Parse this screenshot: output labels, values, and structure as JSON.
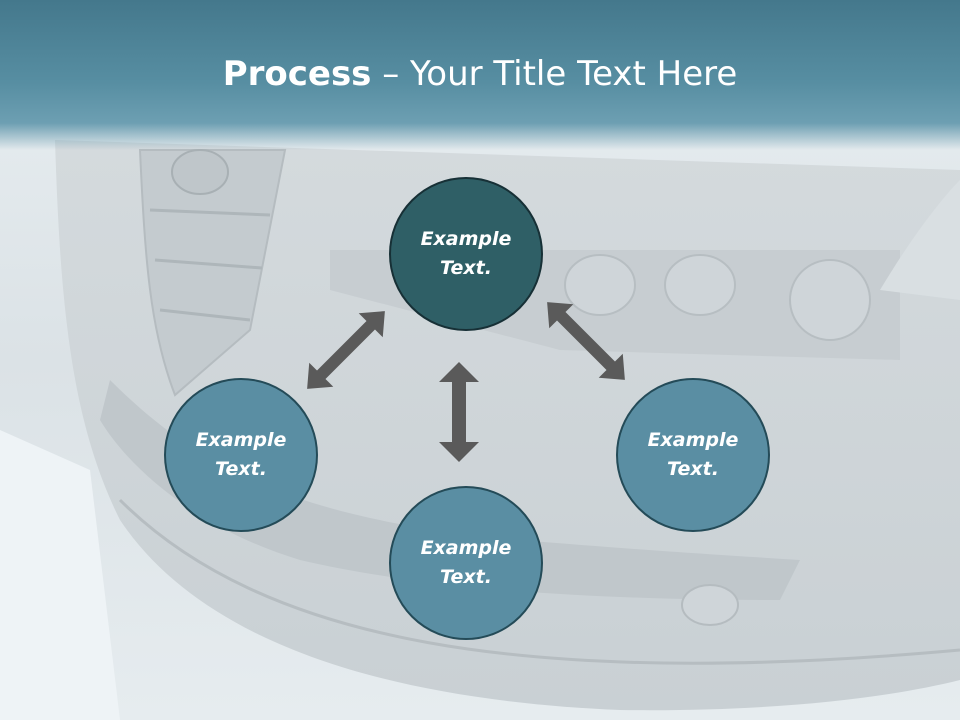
{
  "slide": {
    "title_bold": "Process",
    "title_rest": " – Your Title Text Here"
  },
  "diagram": {
    "nodes": [
      {
        "id": "top",
        "label": "Example\nText."
      },
      {
        "id": "left",
        "label": "Example\nText."
      },
      {
        "id": "right",
        "label": "Example\nText."
      },
      {
        "id": "bottom",
        "label": "Example\nText."
      }
    ]
  },
  "colors": {
    "header": "#578ea2",
    "center_node": "#2f5f66",
    "outer_node": "#5a8ea3",
    "arrow": "#5a5a5a"
  }
}
